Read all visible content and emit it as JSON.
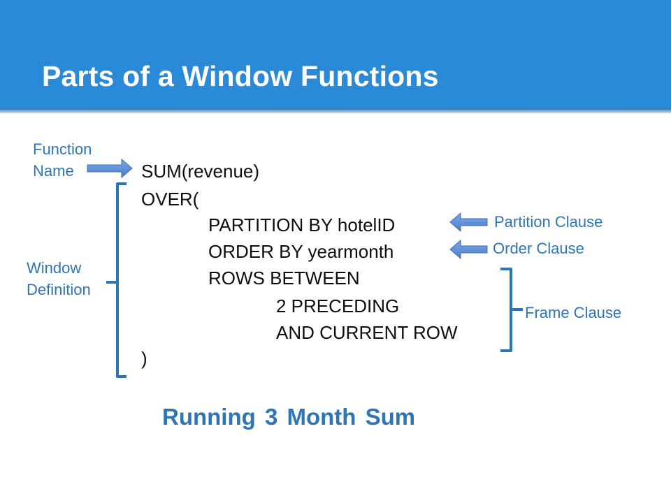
{
  "header": {
    "title": "Parts of a Window Functions",
    "background": "#2a8ad8"
  },
  "annotations": {
    "function_name": [
      "Function",
      "Name"
    ],
    "window_definition": [
      "Window",
      "Definition"
    ],
    "partition_clause": "Partition Clause",
    "order_clause": "Order Clause",
    "frame_clause": "Frame Clause",
    "color": "#2e75b6"
  },
  "code_lines": [
    "SUM(revenue)",
    "OVER(",
    "PARTITION BY hotelID",
    "ORDER BY yearmonth",
    "ROWS BETWEEN",
    "2 PRECEDING",
    "AND CURRENT ROW",
    ")"
  ],
  "subtitle": "Running 3 Month Sum",
  "arrow_color": "#5b8fd6"
}
